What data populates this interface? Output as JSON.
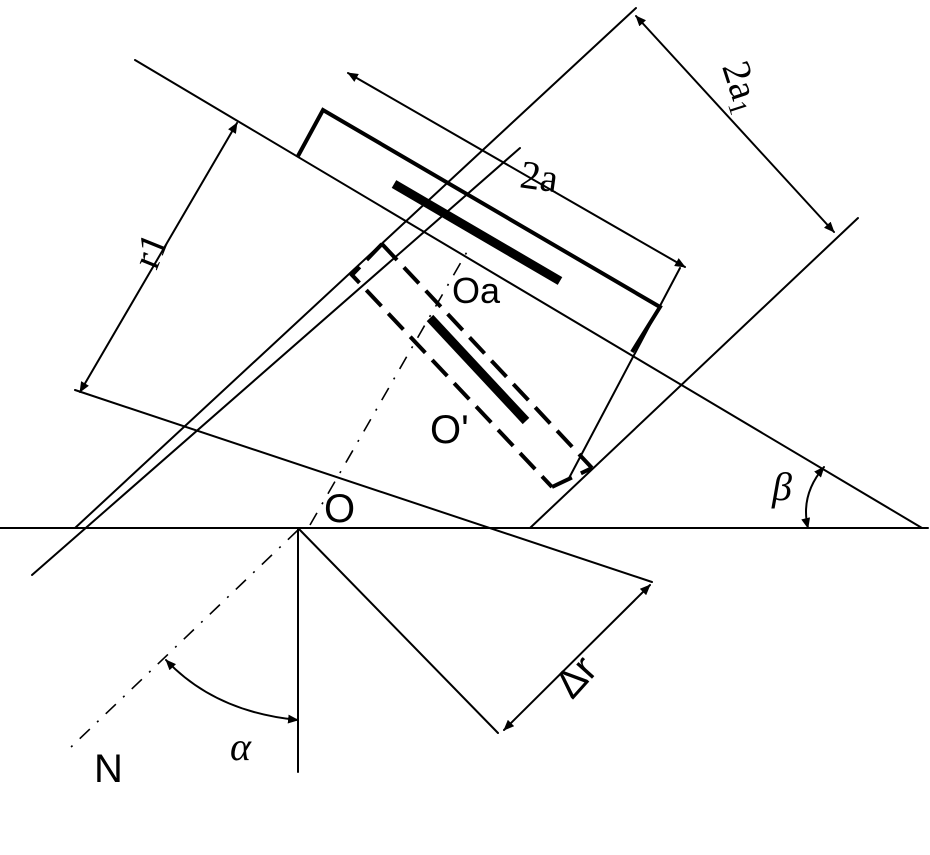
{
  "labels": {
    "two_a": "2a",
    "two_a1": "2a",
    "two_a1_sub": "1",
    "r1": "r1",
    "oa": "Oa",
    "o_prime": "O'",
    "o": "O",
    "delta_r": "Δr",
    "beta": "β",
    "alpha": "α",
    "n": "N"
  },
  "colors": {
    "ink": "#000000",
    "background": "#ffffff"
  }
}
